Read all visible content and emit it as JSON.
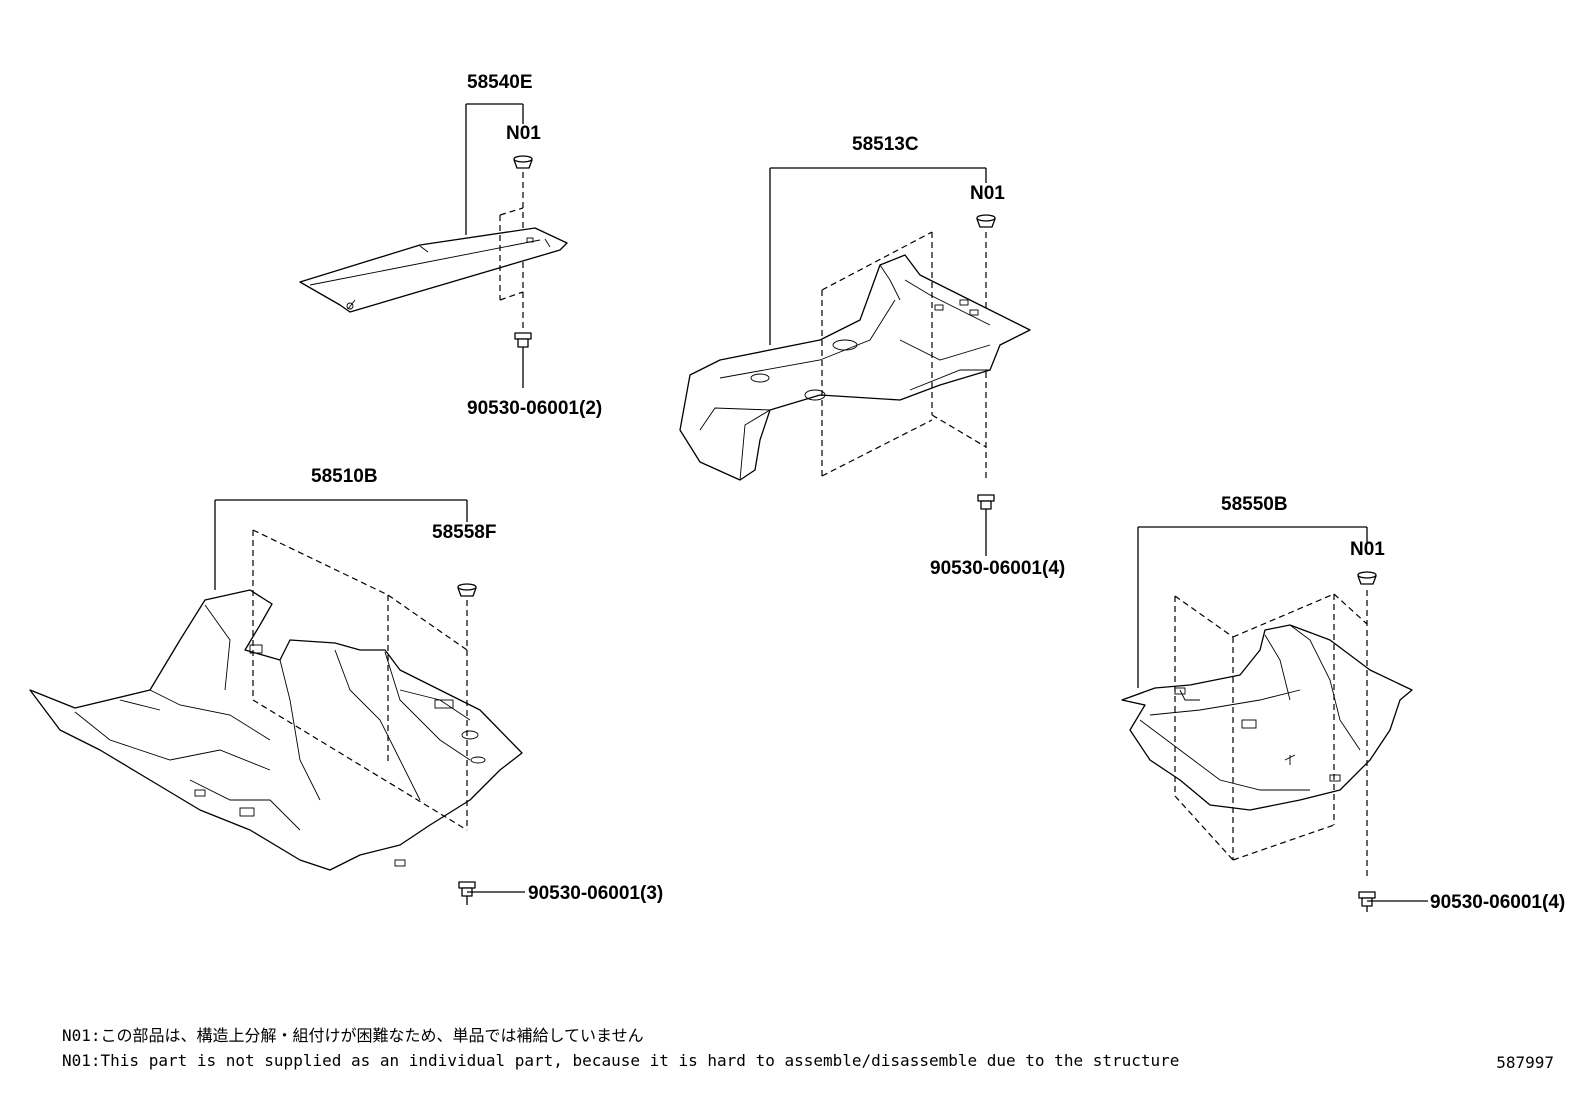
{
  "callouts": {
    "p58540e": "58540E",
    "n01_a": "N01",
    "bolt_a": "90530-06001(2)",
    "p58513c": "58513C",
    "n01_b": "N01",
    "bolt_b": "90530-06001(4)",
    "p58510b": "58510B",
    "p58558f": "58558F",
    "bolt_c": "90530-06001(3)",
    "p58550b": "58550B",
    "n01_d": "N01",
    "bolt_d": "90530-06001(4)"
  },
  "notes": {
    "jp": "N01:この部品は、構造上分解・組付けが困難なため、単品では補給していません",
    "en": "N01:This part is not supplied as an individual part, because it is hard to assemble/disassemble due to the structure"
  },
  "catalog_number": "587997"
}
